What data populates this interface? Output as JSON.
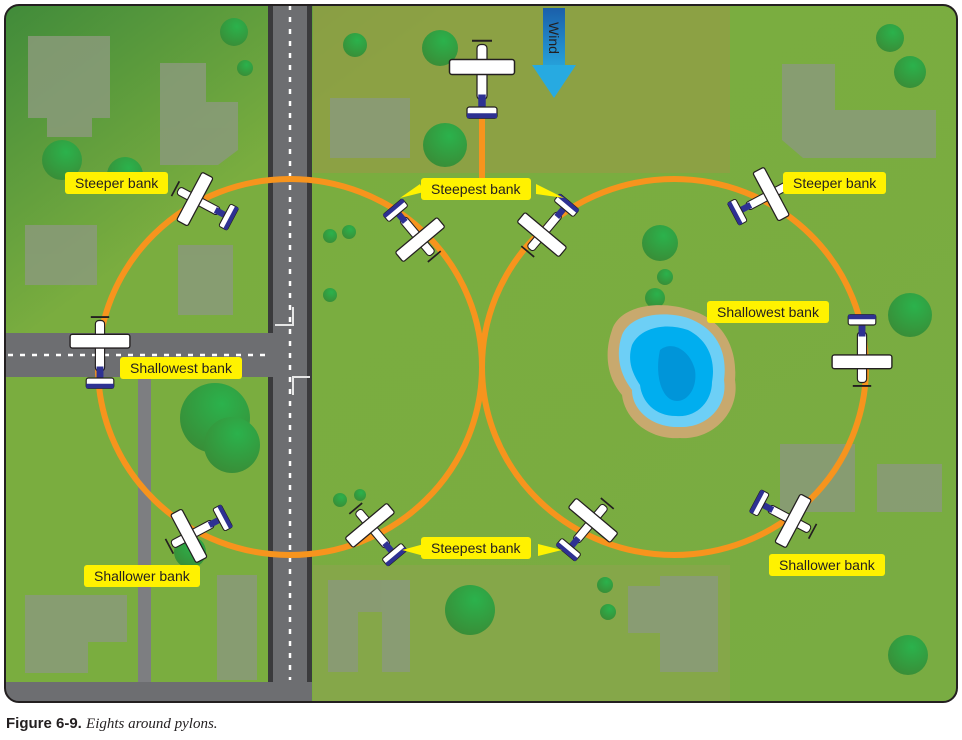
{
  "figure": {
    "number_label": "Figure 6-9.",
    "title": "Eights around pylons."
  },
  "wind": {
    "label": "Wind",
    "direction": "down"
  },
  "labels": {
    "steeper_bank_left": "Steeper bank",
    "steeper_bank_right": "Steeper bank",
    "steepest_bank_top": "Steepest bank",
    "steepest_bank_bottom": "Steepest bank",
    "shallowest_bank_left": "Shallowest bank",
    "shallowest_bank_right": "Shallowest bank",
    "shallower_bank_left": "Shallower bank",
    "shallower_bank_right": "Shallower bank"
  },
  "colors": {
    "grass": "#7aad3f",
    "grass_dark": "#3f8a3a",
    "field_olive": "#8f9f45",
    "road": "#6d6e71",
    "road_edge": "#3a3a3c",
    "path": "#f7941d",
    "label_bg": "#fff200",
    "tree": "#2bb24c",
    "building": "#8a9a7a",
    "pond": "#00aeef",
    "pond_light": "#6dcff6",
    "pond_shore": "#c8a96e",
    "wind_arrow": "#1b75bc",
    "plane_body": "#ffffff",
    "plane_accent": "#2e3192"
  }
}
